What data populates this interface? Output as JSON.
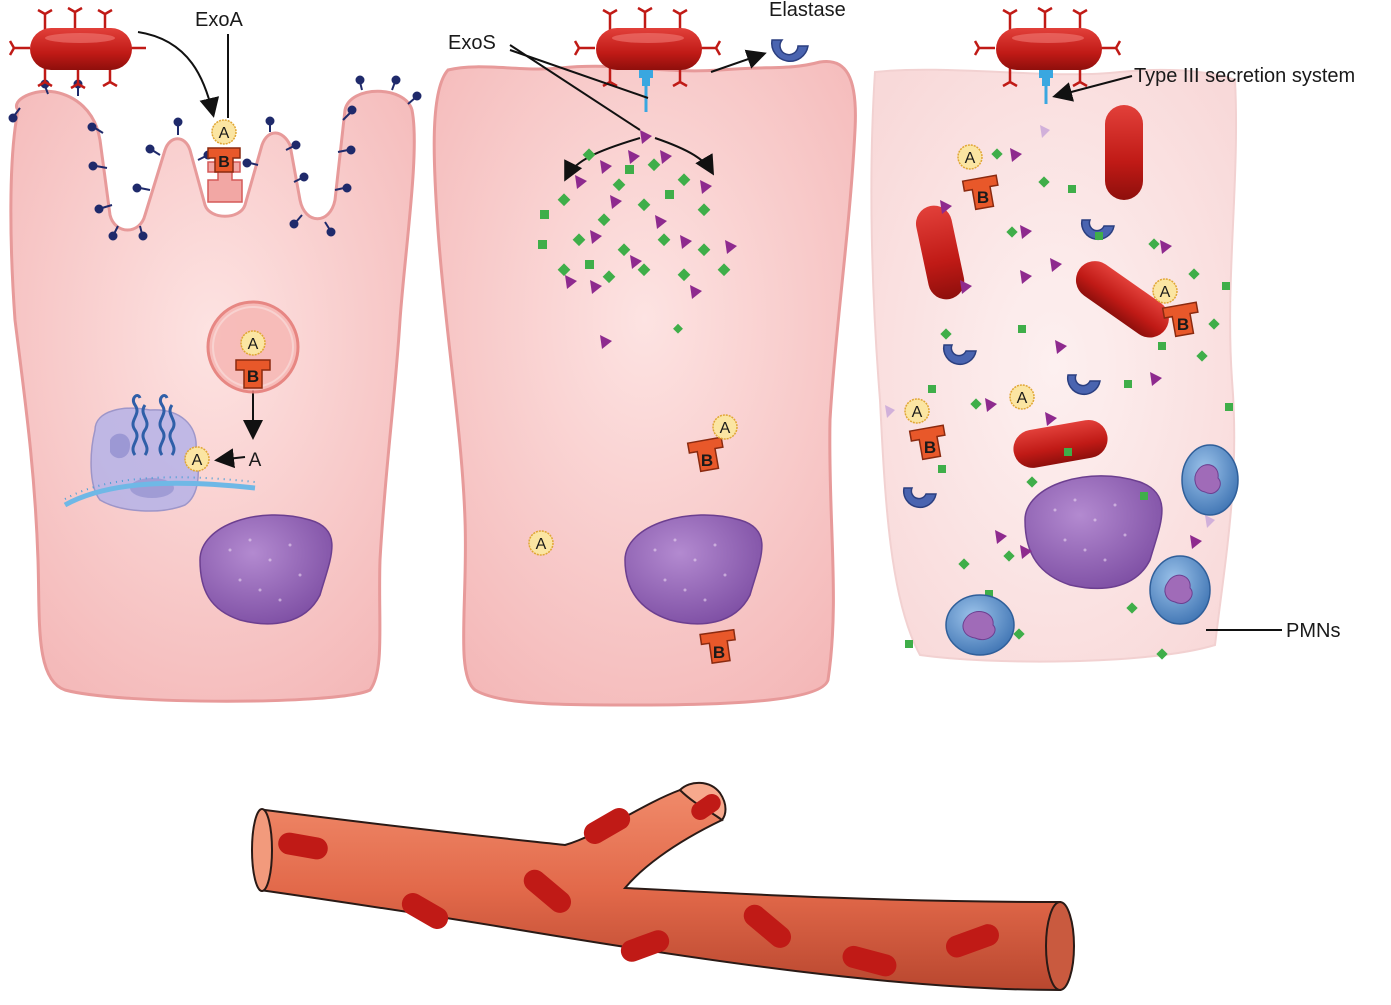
{
  "labels": {
    "exoa": "ExoA",
    "exos": "ExoS",
    "elastase": "Elastase",
    "type3": "Type III secretion system",
    "pmns": "PMNs"
  },
  "subunits": {
    "a": "A",
    "b": "B"
  },
  "colors": {
    "cell_fill": "#f6c3c3",
    "cell_edge": "#e79a9a",
    "bacterium": "#c01a16",
    "exotoxin_b": "#e8582a",
    "exotoxin_a": "#fbe5a2",
    "nucleus": "#9a6bb8",
    "elastase": "#4a64b0",
    "pmn": "#5b91c9",
    "green_diamond": "#3fae49",
    "purple_triangle": "#8e2a8e",
    "vessel": "#e26a4a",
    "ribosome": "#a9a9e0",
    "receptor": "#1f2a6b",
    "secretion_needle": "#39a7e0"
  }
}
